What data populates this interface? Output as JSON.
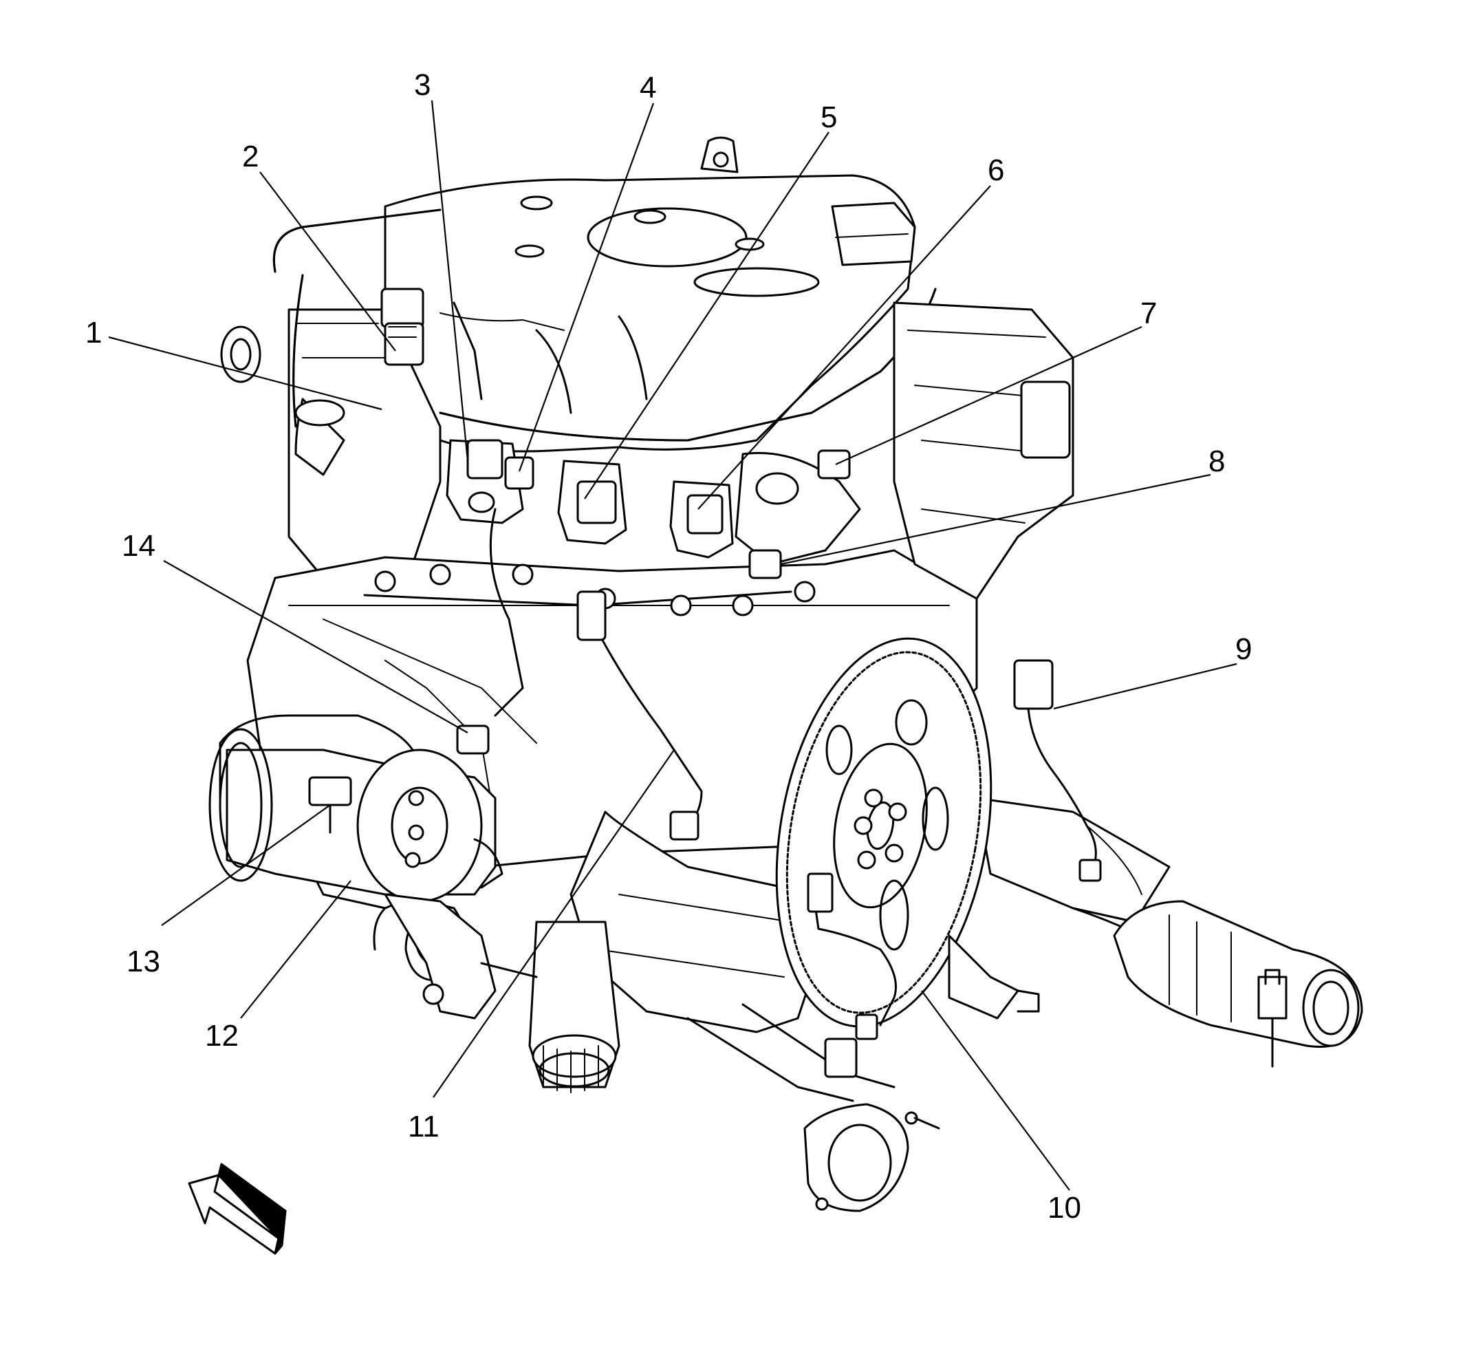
{
  "figure": {
    "callouts": [
      {
        "id": "callout-1",
        "label": "1"
      },
      {
        "id": "callout-2",
        "label": "2"
      },
      {
        "id": "callout-3",
        "label": "3"
      },
      {
        "id": "callout-4",
        "label": "4"
      },
      {
        "id": "callout-5",
        "label": "5"
      },
      {
        "id": "callout-6",
        "label": "6"
      },
      {
        "id": "callout-7",
        "label": "7"
      },
      {
        "id": "callout-8",
        "label": "8"
      },
      {
        "id": "callout-9",
        "label": "9"
      },
      {
        "id": "callout-10",
        "label": "10"
      },
      {
        "id": "callout-11",
        "label": "11"
      },
      {
        "id": "callout-12",
        "label": "12"
      },
      {
        "id": "callout-13",
        "label": "13"
      },
      {
        "id": "callout-14",
        "label": "14"
      }
    ],
    "direction_icon": "front-direction-arrow-icon",
    "colors": {
      "line": "#000000",
      "background": "#ffffff"
    }
  }
}
